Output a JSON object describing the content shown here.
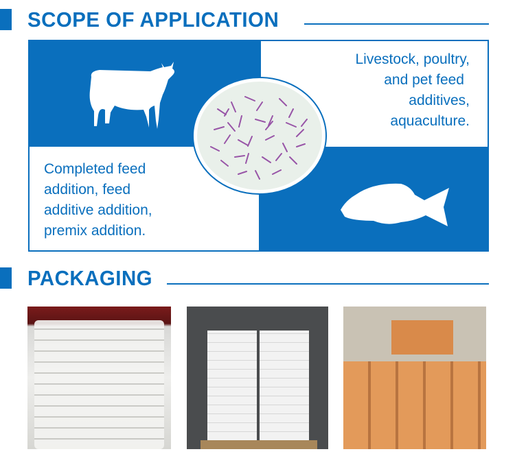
{
  "scope": {
    "title": "SCOPE OF APPLICATION",
    "top_right_text": [
      "Livestock, poultry,",
      "and pet feed",
      "additives,",
      "aquaculture."
    ],
    "bottom_left_text": [
      "Completed feed",
      "addition, feed",
      "additive addition,",
      "premix addition."
    ]
  },
  "packaging": {
    "title": "PACKAGING"
  },
  "colors": {
    "brand_blue": "#0a6fbd"
  }
}
